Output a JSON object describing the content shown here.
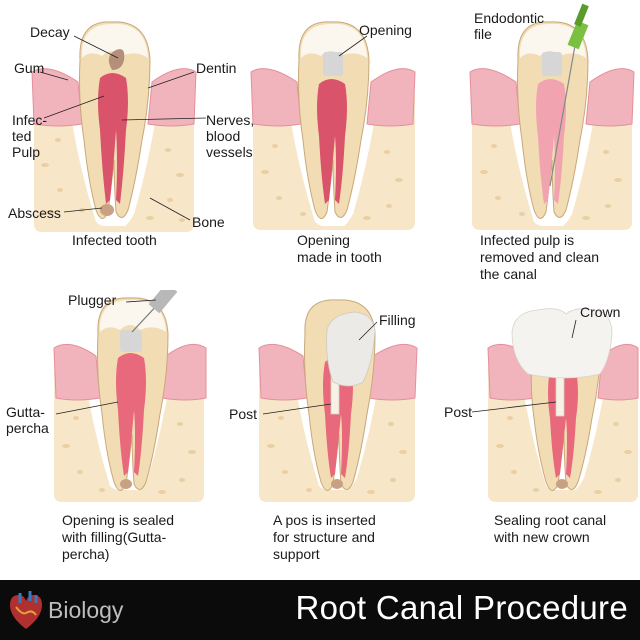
{
  "colors": {
    "bone": "#f7e6c8",
    "bone_spot": "#ebcfa2",
    "gum": "#f1b4bc",
    "gum_dark": "#e48f9b",
    "dentin": "#f1dcb4",
    "enamel": "#fbf7ef",
    "pulp": "#d9546a",
    "pulp_light": "#f1a4b0",
    "decay": "#b4907a",
    "abscess": "#c8a184",
    "filling": "#eceae6",
    "crown": "#f5f3ef",
    "file_green": "#7ac142",
    "footer_bg": "#0b0b0b"
  },
  "panels": [
    {
      "caption": "Infected tooth",
      "labels": {
        "decay": "Decay",
        "gum": "Gum",
        "dentin": "Dentin",
        "infected_pulp": "Infec-\nted\nPulp",
        "nerves": "Nerves,\nblood\nvessels",
        "abscess": "Abscess",
        "bone": "Bone"
      }
    },
    {
      "caption": "Opening\nmade in tooth",
      "labels": {
        "opening": "Opening"
      }
    },
    {
      "caption": "Infected pulp is\nremoved and clean\nthe canal",
      "labels": {
        "endodontic_file": "Endodontic\nfile"
      }
    },
    {
      "caption": "Opening is sealed\nwith filling(Gutta-\npercha)",
      "labels": {
        "plugger": "Plugger",
        "gutta_percha": "Gutta-\npercha"
      }
    },
    {
      "caption": "A pos is inserted\nfor structure and\nsupport",
      "labels": {
        "filling": "Filling",
        "post": "Post"
      }
    },
    {
      "caption": "Sealing root canal\nwith new crown",
      "labels": {
        "crown": "Crown",
        "post": "Post"
      }
    }
  ],
  "footer": {
    "category": "Biology",
    "title": "Root Canal Procedure",
    "logo_icon": "heart-icon"
  }
}
